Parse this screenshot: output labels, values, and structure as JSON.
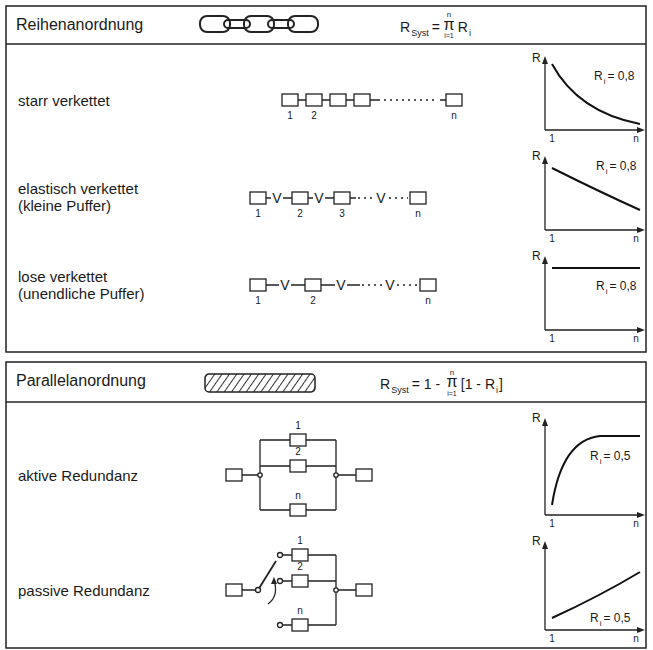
{
  "diagram": {
    "labels": [
      "Reihenanordnung",
      "R",
      "Syst",
      "=",
      "n",
      "π",
      "i=1",
      "R",
      "i",
      "starr verkettet",
      "1",
      "2",
      "n",
      "R",
      "R",
      "i",
      "= 0,8",
      "1",
      "n",
      "elastisch verkettet",
      "(kleine Puffer)",
      "1",
      "V",
      "2",
      "V",
      "3",
      "V",
      "n",
      "R",
      "R",
      "i",
      "= 0,8",
      "1",
      "n",
      "lose verkettet",
      "(unendliche Puffer)",
      "1",
      "V",
      "2",
      "V",
      "V",
      "n",
      "R",
      "R",
      "i",
      "= 0,8",
      "1",
      "n",
      "Parallelanordnung",
      "R",
      "Syst",
      "= 1 -",
      "n",
      "π",
      "i=1",
      "[1 - R",
      "i",
      "]",
      "aktive Redundanz",
      "1",
      "2",
      "n",
      "R",
      "R",
      "i",
      "= 0,5",
      "1",
      "n",
      "passive Redundanz",
      "1",
      "2",
      "n",
      "R",
      "R",
      "i",
      "= 0,5",
      "1",
      "n"
    ]
  }
}
